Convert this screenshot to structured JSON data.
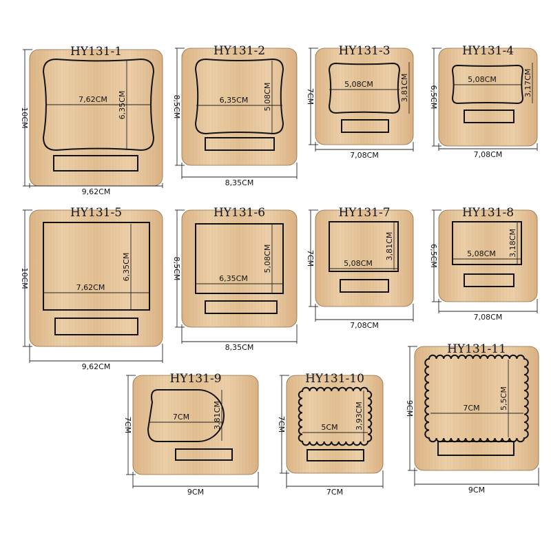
{
  "colors": {
    "wood_light": "#e7c9a1",
    "wood_dark": "#d8b184",
    "line": "#1a1a1a"
  },
  "dies": [
    {
      "id": "HY131-1",
      "title": "HY131-1",
      "width_label": "9,62CM",
      "height_label": "10CM",
      "inner_width_label": "7,62CM",
      "inner_height_label": "6,35CM",
      "shape": "pillow"
    },
    {
      "id": "HY131-2",
      "title": "HY131-2",
      "width_label": "8,35CM",
      "height_label": "8,5CM",
      "inner_width_label": "6,35CM",
      "inner_height_label": "5,08CM",
      "shape": "pillow"
    },
    {
      "id": "HY131-3",
      "title": "HY131-3",
      "width_label": "7,08CM",
      "height_label": "7CM",
      "inner_width_label": "5,08CM",
      "inner_height_label": "3,81CM",
      "shape": "pillow"
    },
    {
      "id": "HY131-4",
      "title": "HY131-4",
      "width_label": "7,08CM",
      "height_label": "6,5CM",
      "inner_width_label": "5,08CM",
      "inner_height_label": "3,17CM",
      "shape": "pillow"
    },
    {
      "id": "HY131-5",
      "title": "HY131-5",
      "width_label": "9,62CM",
      "height_label": "10CM",
      "inner_width_label": "7,62CM",
      "inner_height_label": "6,35CM",
      "shape": "rect"
    },
    {
      "id": "HY131-6",
      "title": "HY131-6",
      "width_label": "8,35CM",
      "height_label": "8,5CM",
      "inner_width_label": "6,35CM",
      "inner_height_label": "5,08CM",
      "shape": "rect"
    },
    {
      "id": "HY131-7",
      "title": "HY131-7",
      "width_label": "7,08CM",
      "height_label": "7CM",
      "inner_width_label": "5,08CM",
      "inner_height_label": "3,81CM",
      "shape": "rect"
    },
    {
      "id": "HY131-8",
      "title": "HY131-8",
      "width_label": "7,08CM",
      "height_label": "6,5CM",
      "inner_width_label": "5,08CM",
      "inner_height_label": "3,18CM",
      "shape": "rect"
    },
    {
      "id": "HY131-9",
      "title": "HY131-9",
      "width_label": "9CM",
      "height_label": "7CM",
      "inner_width_label": "7CM",
      "inner_height_label": "3,81CM",
      "shape": "ticket"
    },
    {
      "id": "HY131-10",
      "title": "HY131-10",
      "width_label": "7CM",
      "height_label": "7CM",
      "inner_width_label": "5CM",
      "inner_height_label": "3,93CM",
      "shape": "scallop"
    },
    {
      "id": "HY131-11",
      "title": "HY131-11",
      "width_label": "9CM",
      "height_label": "9CM",
      "inner_width_label": "7CM",
      "inner_height_label": "5,5CM",
      "shape": "scallop"
    }
  ]
}
